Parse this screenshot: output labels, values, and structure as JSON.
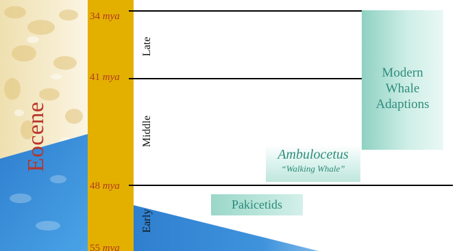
{
  "era": "Eocene",
  "boundaries": [
    {
      "value": "34",
      "unit": "mya"
    },
    {
      "value": "41",
      "unit": "mya"
    },
    {
      "value": "48",
      "unit": "mya"
    },
    {
      "value": "55",
      "unit": "mya"
    }
  ],
  "epochs": [
    {
      "label": "Late"
    },
    {
      "label": "Middle"
    },
    {
      "label": "Early"
    }
  ],
  "adaptations": {
    "label": "Modern Whale Adaptions",
    "lines": [
      "Modern",
      "Whale",
      "Adaptions"
    ]
  },
  "ambulocetus": {
    "name": "Ambulocetus",
    "nickname": "“Walking Whale”"
  },
  "pakicetids": {
    "name": "Pakicetids"
  },
  "colors": {
    "era_text": "#b8342a",
    "timeline_band": "#e3b000",
    "box_teal": "#8fd1c2",
    "box_text": "#2e8c7c",
    "water": "#3d8ed8"
  }
}
